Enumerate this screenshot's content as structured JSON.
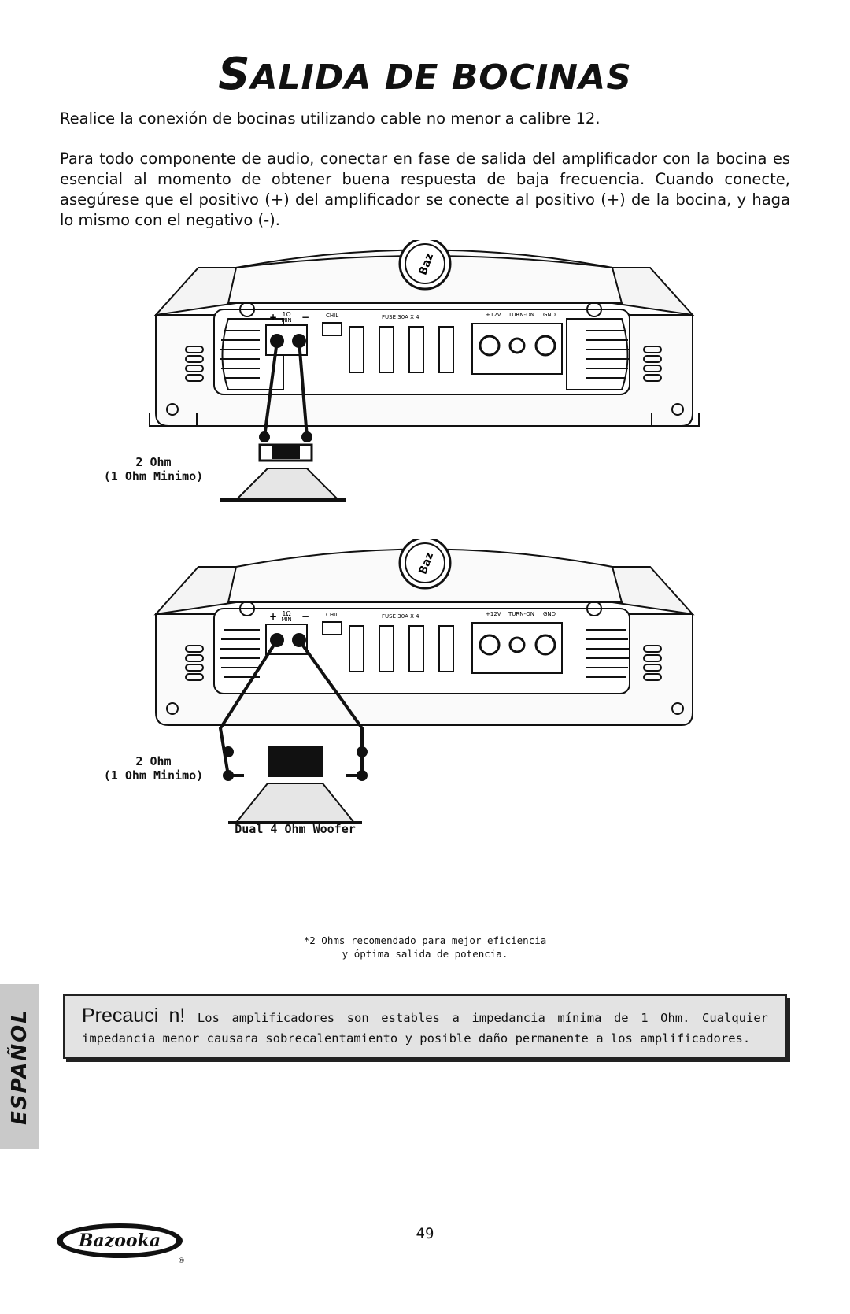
{
  "title": {
    "cap": "S",
    "rest": "ALIDA DE BOCINAS"
  },
  "paragraphs": [
    "Realice la conexión de bocinas utilizando cable no menor a calibre 12.",
    "Para todo componente de audio, conectar en fase de salida del amplificador con la bocina es esencial al momento de obtener buena respuesta de baja frecuencia.    Cuando conecte, asegúrese que el positivo (+) del amplificador se conecte al positivo (+) de la bocina, y haga lo mismo con el negativo (-)."
  ],
  "amp_labels": {
    "ohm": "1Ω",
    "min": "MIN",
    "chil": "CHIL",
    "fuse": "FUSE 30A X 4",
    "plus12v": "+12V",
    "turn_on": "TURN-ON",
    "gnd": "GND",
    "plus": "+",
    "minus": "−"
  },
  "diagram_top": {
    "line1": "2 Ohm",
    "line2": "(1 Ohm Minimo)"
  },
  "diagram_bottom": {
    "line1": "2 Ohm",
    "line2": "(1 Ohm Minimo)",
    "woofer": "Dual 4 Ohm Woofer"
  },
  "note": {
    "line1": "*2 Ohms recomendado para mejor eficiencia",
    "line2": "y óptima salida de potencia."
  },
  "caution": {
    "lead": "Precauci n!",
    "text": " Los amplificadores son estables a impedancia mínima de 1 Ohm.  Cualquier impedancia menor causara sobrecalentamiento y posible daño permanente a los amplificadores."
  },
  "side_tab": "ESPAÑOL",
  "page_number": "49",
  "brand": {
    "name": "Bazooka",
    "reg": "®"
  }
}
